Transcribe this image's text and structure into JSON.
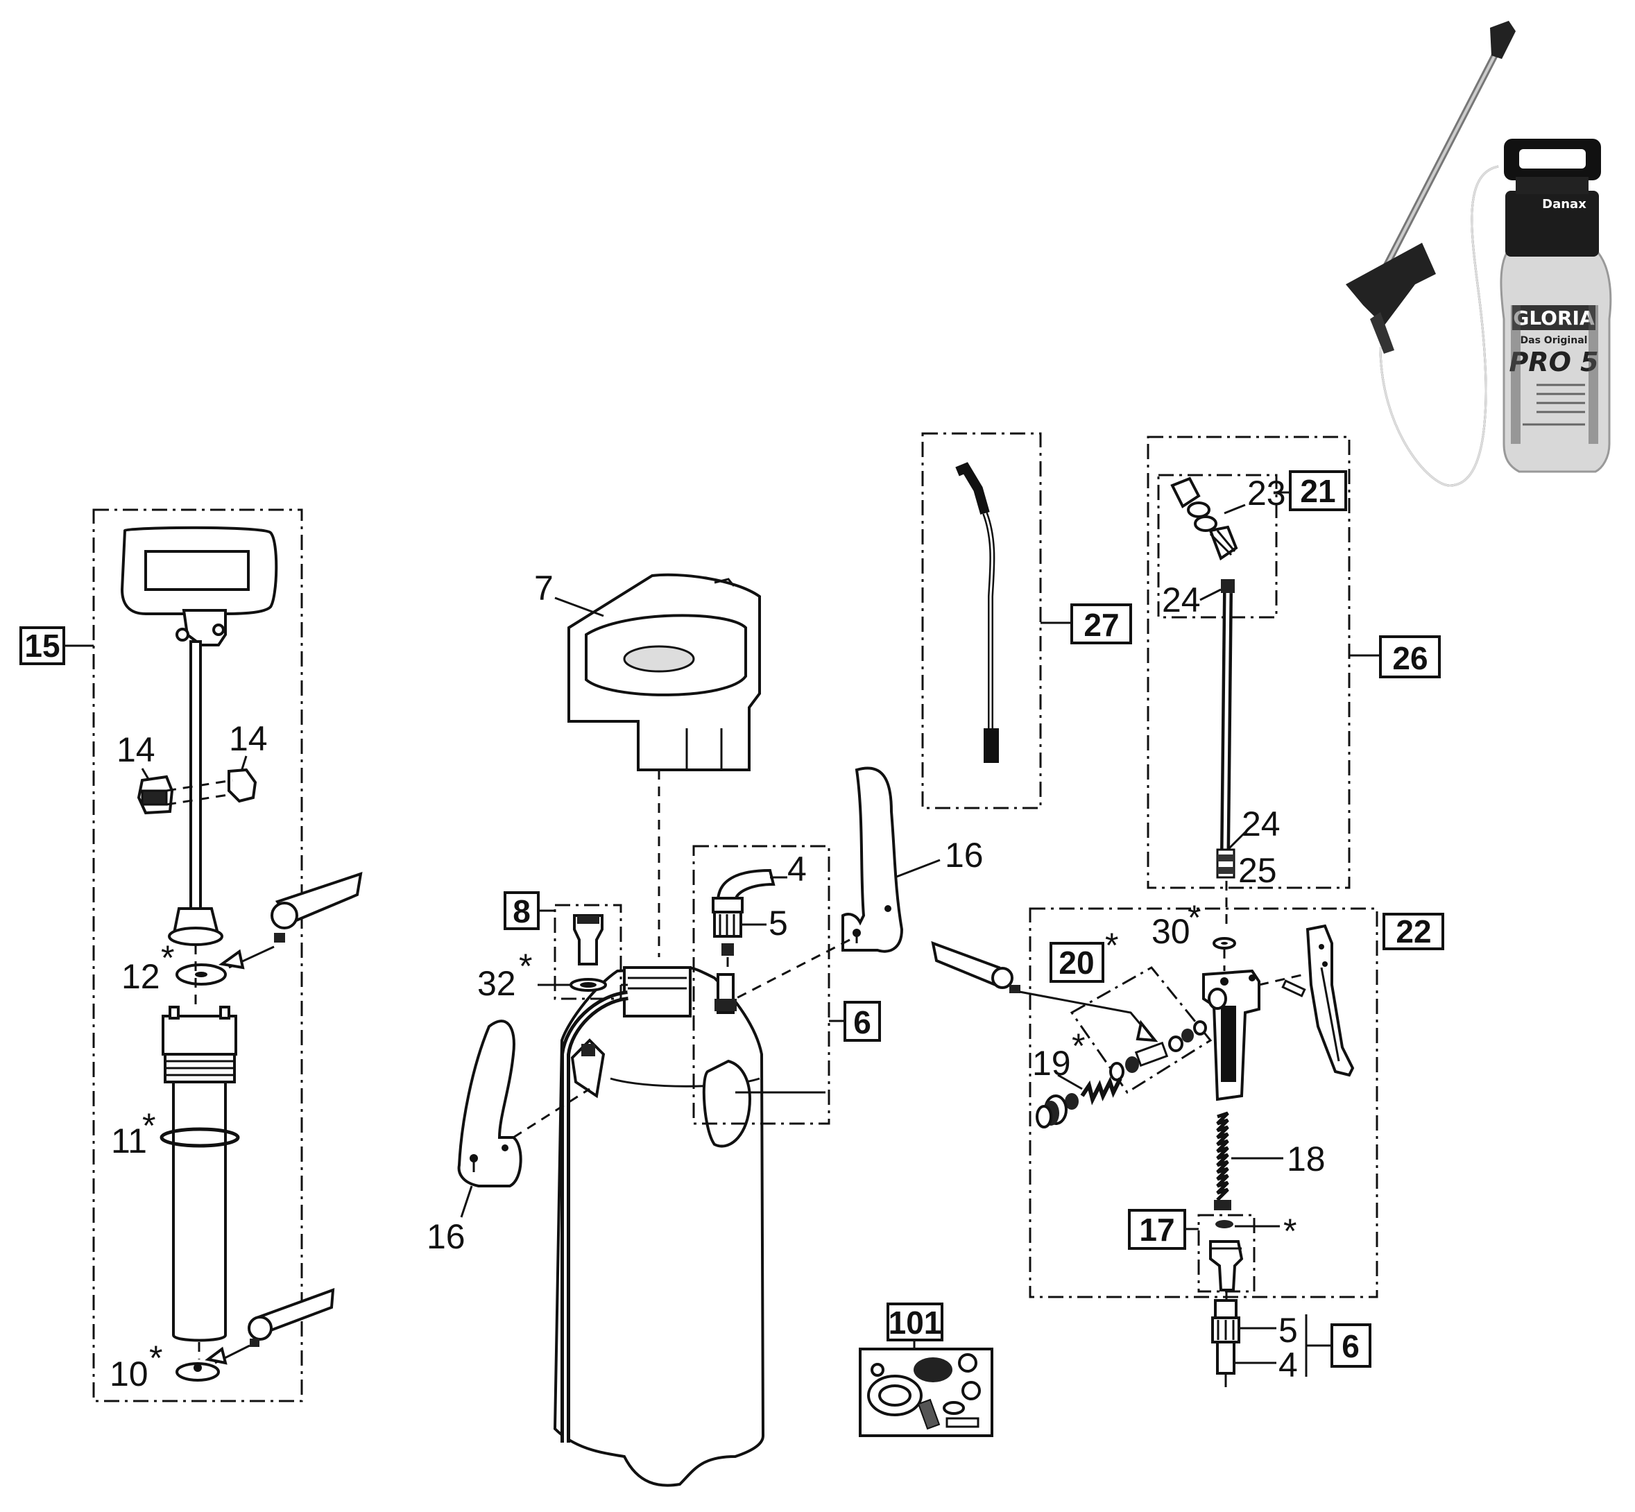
{
  "product": {
    "brand": "GLORIA",
    "tagline": "Das Original",
    "model": "PRO 5",
    "cap_brand": "Danax"
  },
  "group_labels": {
    "g15": "15",
    "g8": "8",
    "g6_top": "6",
    "g27": "27",
    "g26": "26",
    "g21": "21",
    "g22": "22",
    "g20": "20",
    "g17": "17",
    "g6_bottom": "6",
    "g101": "101"
  },
  "part_labels": {
    "p7": "7",
    "p4_top": "4",
    "p5_top": "5",
    "p32": "32",
    "p16_right": "16",
    "p16_left": "16",
    "p14_left": "14",
    "p14_right": "14",
    "p12": "12",
    "p11": "11",
    "p10": "10",
    "p23": "23",
    "p24_top": "24",
    "p24_bottom": "24",
    "p25": "25",
    "p30": "30",
    "p19": "19",
    "p18": "18",
    "p5_bottom": "5",
    "p4_bottom": "4",
    "star": "*"
  }
}
